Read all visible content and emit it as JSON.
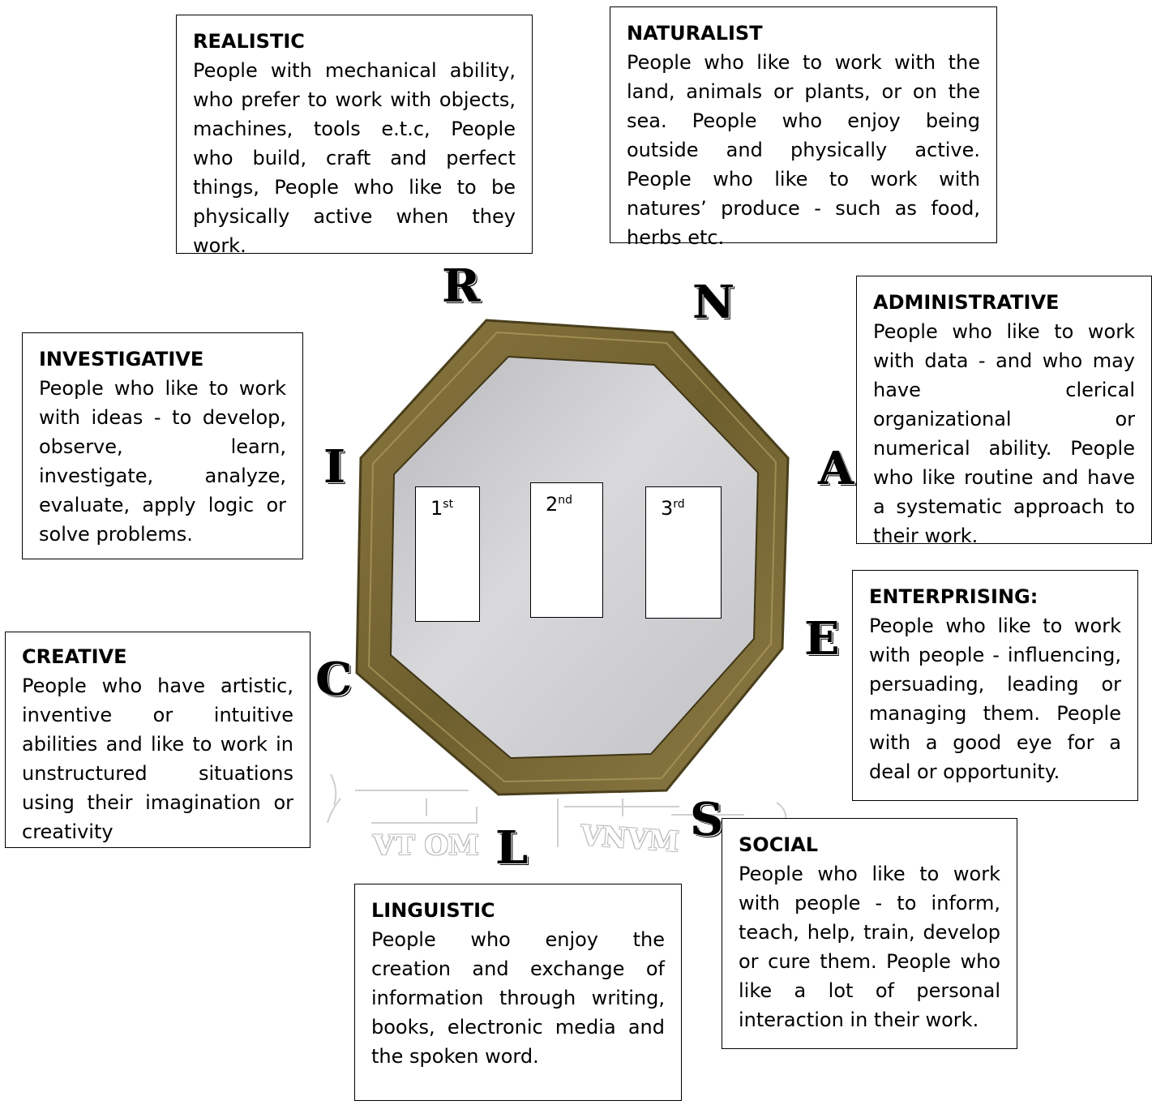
{
  "types": {
    "realistic": {
      "letter": "R",
      "title": "REALISTIC",
      "description": "People with mechanical ability, who prefer to work with objects, machines, tools e.t.c, People who build, craft and perfect things, People who like to be physically active when they work."
    },
    "naturalist": {
      "letter": "N",
      "title": "NATURALIST",
      "description": "People who like to work with the land, animals or plants, or on the sea. People who enjoy being outside and physically active. People who like to work with natures’ produce - such as food, herbs etc."
    },
    "administrative": {
      "letter": "A",
      "title": "ADMINISTRATIVE",
      "description": "People who like to work with data - and who may have clerical organizational or numerical ability. People who like routine and have a systematic approach to their work."
    },
    "enterprising": {
      "letter": "E",
      "title": "ENTERPRISING:",
      "description": " People who like to work with people - influencing, persuading, leading or managing them. People with a good eye for a deal or opportunity."
    },
    "social": {
      "letter": "S",
      "title": "SOCIAL",
      "description": "People who like to work with people - to inform, teach, help, train, develop or cure them. People who like a lot of personal interaction in their work."
    },
    "linguistic": {
      "letter": "L",
      "title": "LINGUISTIC",
      "description": "People who enjoy the creation and exchange of information through writing, books, electronic media and the spoken word."
    },
    "creative": {
      "letter": "C",
      "title": "CREATIVE",
      "description": " People who have artistic, inventive or intuitive abilities and like to work in unstructured situations using their imagination or creativity"
    },
    "investigative": {
      "letter": "I",
      "title": "INVESTIGATIVE",
      "description": "People who like to work with ideas - to develop, observe, learn, investigate, analyze, evaluate, apply logic or solve problems."
    }
  },
  "ranks": [
    {
      "num": "1",
      "suffix": "st"
    },
    {
      "num": "2",
      "suffix": "nd"
    },
    {
      "num": "3",
      "suffix": "rd"
    }
  ],
  "watermark": {
    "left": "VT OM",
    "right": "VNVM"
  },
  "colors": {
    "frame": "#7a6a35",
    "frame_light": "#a8955a",
    "mirror": "#c9c9cc"
  }
}
